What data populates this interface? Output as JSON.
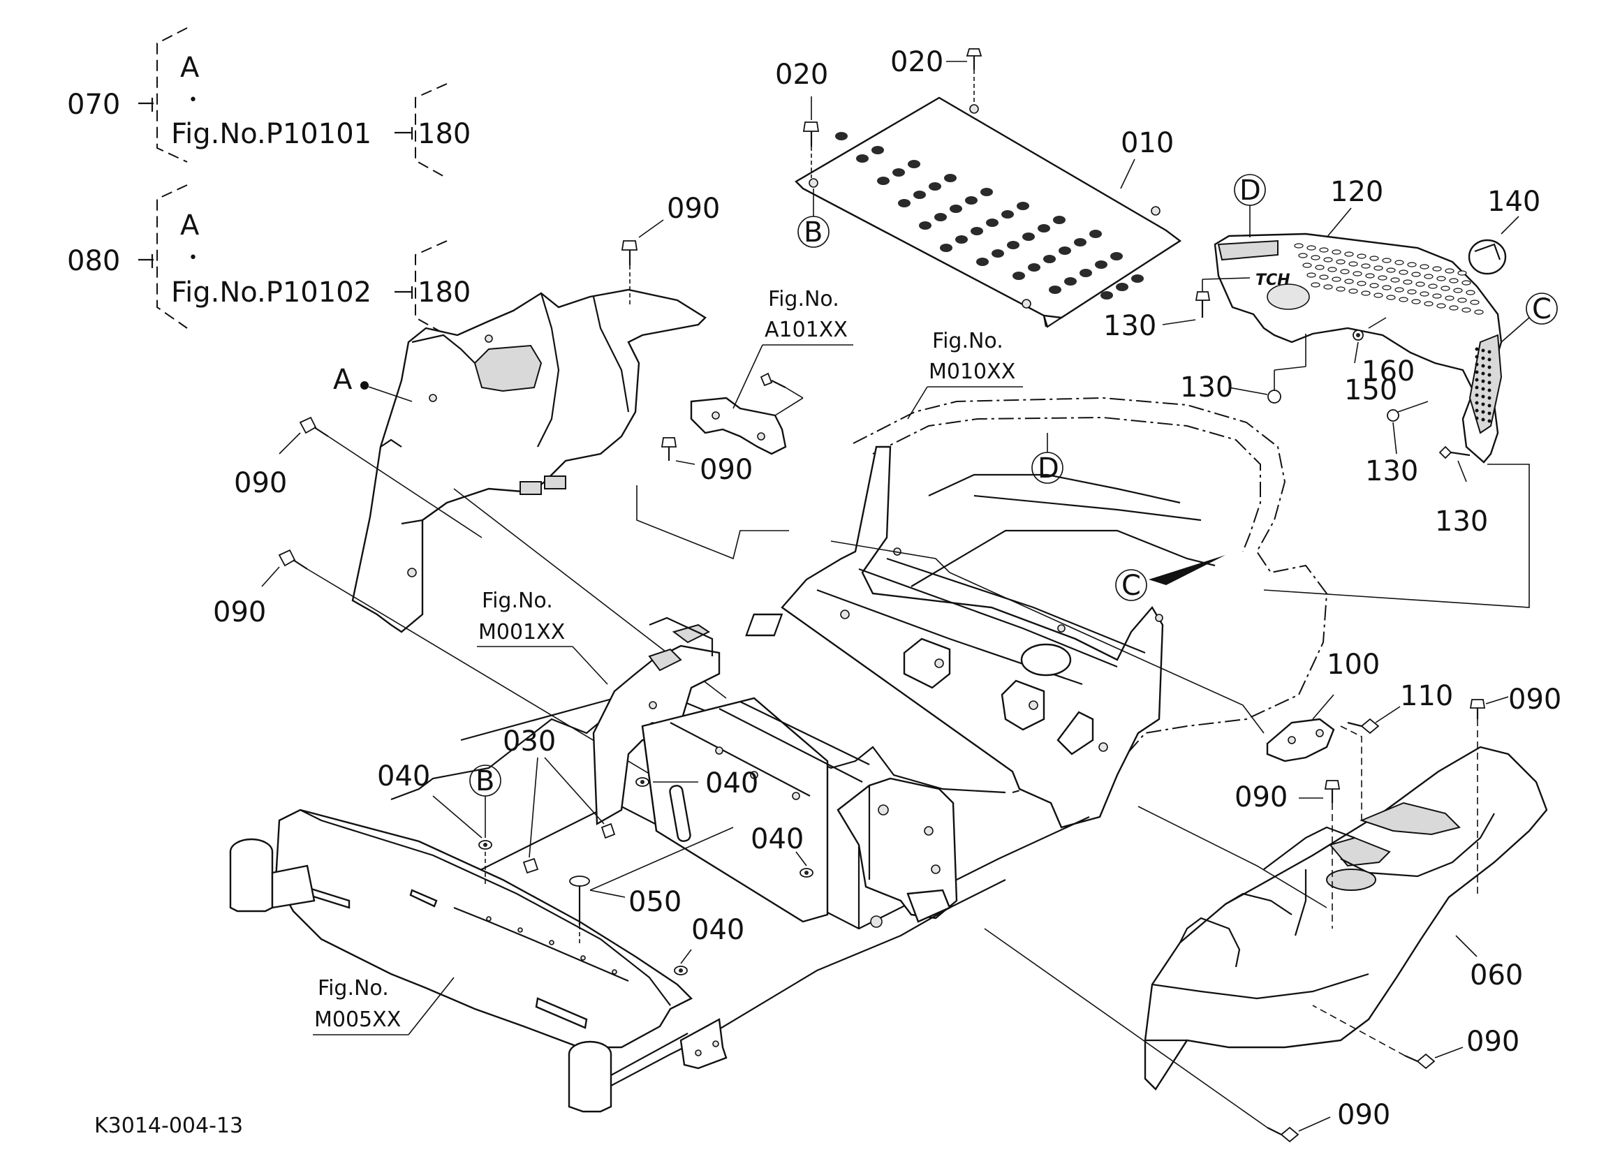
{
  "callouts": {
    "p070": "070",
    "p080": "080",
    "p180a": "180",
    "p180b": "180",
    "ref_a1": "A",
    "ref_a2": "A",
    "ref_a3": "A",
    "dot1": "•",
    "dot2": "•",
    "fig_p10101": "Fig.No.P10101",
    "fig_p10102": "Fig.No.P10102",
    "p010": "010",
    "p020a": "020",
    "p020b": "020",
    "p030": "030",
    "p040a": "040",
    "p040b": "040",
    "p040c": "040",
    "p040d": "040",
    "p050": "050",
    "p060": "060",
    "p090a": "090",
    "p090b": "090",
    "p090c": "090",
    "p090d": "090",
    "p090e": "090",
    "p090f": "090",
    "p090g": "090",
    "p090h": "090",
    "p100": "100",
    "p110": "110",
    "p120": "120",
    "p130a": "130",
    "p130b": "130",
    "p130c": "130",
    "p130d": "130",
    "p140": "140",
    "p150": "150",
    "p160": "160",
    "ref_b1": "B",
    "ref_b2": "B",
    "ref_c1": "C",
    "ref_c2": "C",
    "ref_d1": "D",
    "ref_d2": "D",
    "fig_no": "Fig.No.",
    "fig_a101": "A101XX",
    "fig_m010": "M010XX",
    "fig_m001": "M001XX",
    "fig_m005": "M005XX",
    "drawing_code": "K3014-004-13"
  },
  "figure_refs": [
    "A101XX",
    "M010XX",
    "M001XX",
    "M005XX",
    "P10101",
    "P10102"
  ],
  "icons": [
    "bolt-icon",
    "washer-icon",
    "clip-icon"
  ]
}
